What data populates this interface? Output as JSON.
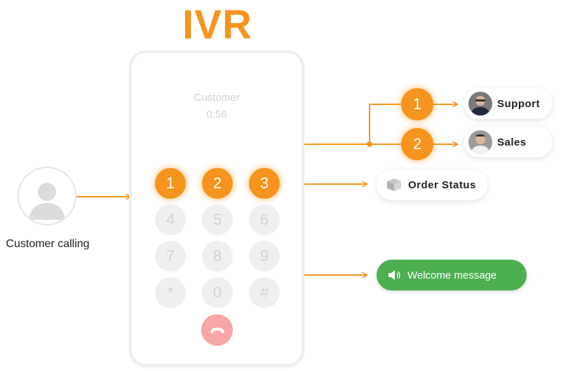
{
  "title": "IVR",
  "phone": {
    "caller_name": "Customer",
    "call_duration": "0:56",
    "keys": [
      {
        "label": "1",
        "active": true
      },
      {
        "label": "2",
        "active": true
      },
      {
        "label": "3",
        "active": true
      },
      {
        "label": "4",
        "active": false
      },
      {
        "label": "5",
        "active": false
      },
      {
        "label": "6",
        "active": false
      },
      {
        "label": "7",
        "active": false
      },
      {
        "label": "8",
        "active": false
      },
      {
        "label": "9",
        "active": false
      },
      {
        "label": "*",
        "active": false
      },
      {
        "label": "0",
        "active": false
      },
      {
        "label": "#",
        "active": false
      }
    ],
    "hangup_icon": "phone-hangup-icon"
  },
  "customer": {
    "label": "Customer calling",
    "icon": "user-avatar-icon"
  },
  "submenu": {
    "options": [
      {
        "number": "1",
        "label": "Support",
        "icon": "agent-photo"
      },
      {
        "number": "2",
        "label": "Sales",
        "icon": "agent-photo"
      }
    ]
  },
  "destinations": {
    "order_status": {
      "label": "Order Status",
      "icon": "box-icon"
    },
    "welcome": {
      "label": "Welcome message",
      "icon": "speaker-icon"
    }
  },
  "colors": {
    "accent": "#F7941D",
    "success": "#4CAF50",
    "hangup": "#F8A5A5",
    "key_bg": "#EFEFEF"
  }
}
